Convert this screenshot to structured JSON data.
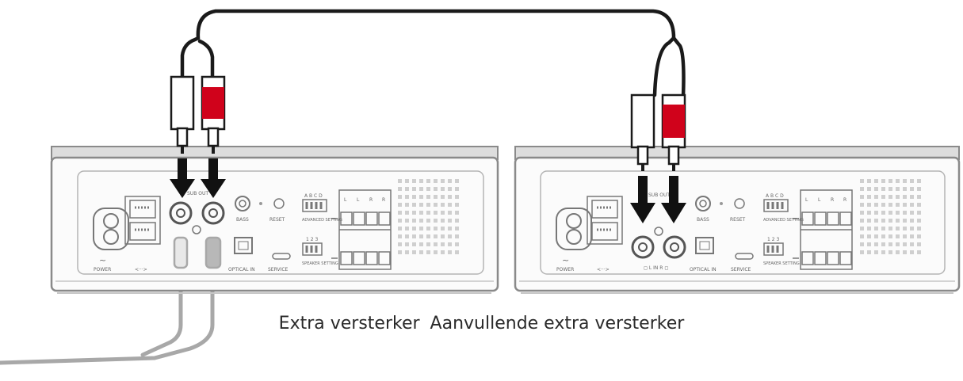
{
  "caption": {
    "left": "Extra versterker",
    "right": "Aanvullende extra versterker"
  },
  "panel_labels": {
    "power": "POWER",
    "bass": "BASS",
    "reset": "RESET",
    "sub_out": "SUB OUT",
    "optical_in": "OPTICAL IN",
    "service": "SERVICE",
    "advanced_settings": "ADVANCED SETTING",
    "speaker_settings": "SPEAKER SETTING",
    "switch_letters": "A B C D",
    "switch_numbers": "1 2 3",
    "channel_letters": [
      "L",
      "L",
      "R",
      "R"
    ]
  },
  "colors": {
    "device_outline": "#8a8a8a",
    "device_top": "#d9d9d9",
    "plug_red": "#d0021b",
    "cable": "#1a1a1a",
    "grey_cable": "#a8a8a8",
    "arrow": "#111111"
  }
}
